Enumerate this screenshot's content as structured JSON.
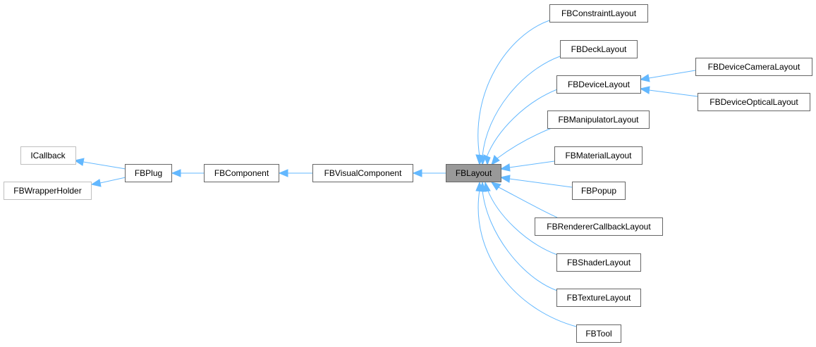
{
  "diagram": {
    "nodes": {
      "icallback": "ICallback",
      "fbwrapperholder": "FBWrapperHolder",
      "fbplug": "FBPlug",
      "fbcomponent": "FBComponent",
      "fbvisualcomponent": "FBVisualComponent",
      "fblayout": "FBLayout",
      "fbconstraintlayout": "FBConstraintLayout",
      "fbdecklayout": "FBDeckLayout",
      "fbdevicelayout": "FBDeviceLayout",
      "fbdevicecameralayout": "FBDeviceCameraLayout",
      "fbdeviceopticallayout": "FBDeviceOpticalLayout",
      "fbmanipulatorlayout": "FBManipulatorLayout",
      "fbmateriallayout": "FBMaterialLayout",
      "fbpopup": "FBPopup",
      "fbrenderercallbacklayout": "FBRendererCallbackLayout",
      "fbshaderlayout": "FBShaderLayout",
      "fbtexturelayout": "FBTextureLayout",
      "fbtool": "FBTool"
    },
    "colors": {
      "edge": "#63b8ff",
      "current_fill": "#999999",
      "node_border": "#666666",
      "external_border": "#bfbfbf"
    }
  }
}
